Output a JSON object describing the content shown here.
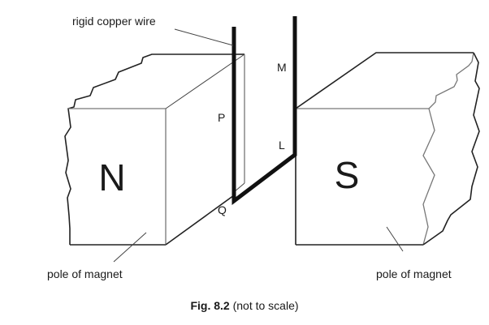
{
  "figure": {
    "caption_bold": "Fig. 8.2",
    "caption_rest": " (not to scale)"
  },
  "labels": {
    "wire": "rigid copper wire",
    "point_m": "M",
    "point_p": "P",
    "point_l": "L",
    "point_q": "Q",
    "pole_left": "pole of magnet",
    "pole_right": "pole of magnet"
  },
  "magnets": {
    "north_label": "N",
    "south_label": "S"
  }
}
